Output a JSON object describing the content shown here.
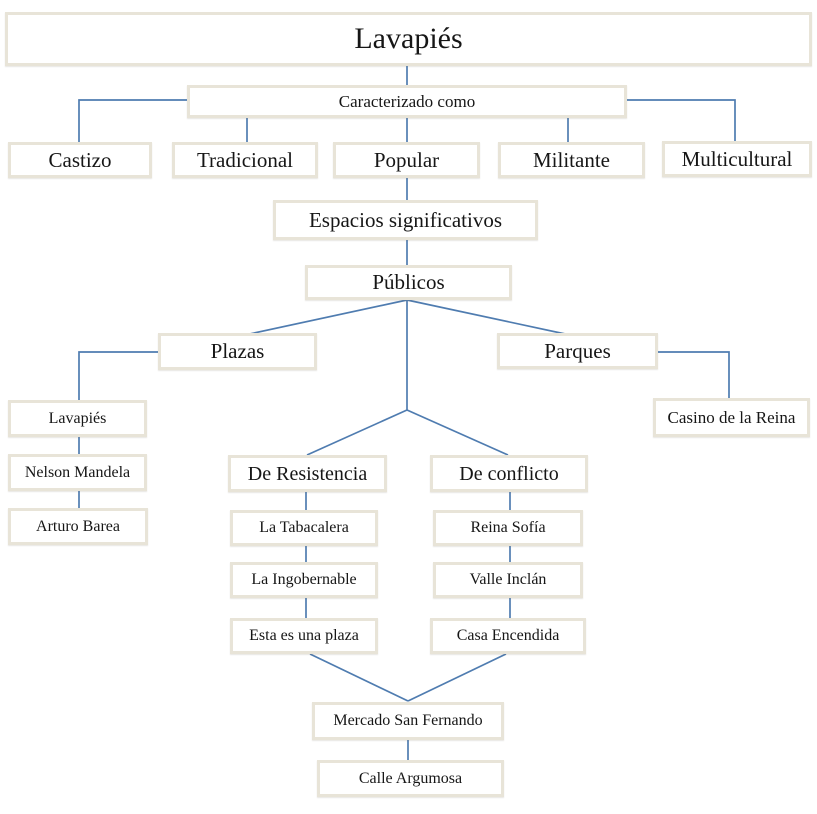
{
  "diagram_title": "Lavapiés",
  "colors": {
    "connector_line": "#4f7cb0",
    "box_border": "#e8e4d8",
    "box_fill": "#ffffff",
    "text": "#161616",
    "background": "#ffffff"
  },
  "nodes": {
    "root": "Lavapiés",
    "caracterizado": "Caracterizado como",
    "castizo": "Castizo",
    "tradicional": "Tradicional",
    "popular": "Popular",
    "militante": "Militante",
    "multicultural": "Multicultural",
    "espacios": "Espacios significativos",
    "publicos": "Públicos",
    "plazas": "Plazas",
    "parques": "Parques",
    "plaza_lavapies": "Lavapiés",
    "nelson_mandela": "Nelson Mandela",
    "arturo_barea": "Arturo Barea",
    "casino_reina": "Casino de la Reina",
    "de_resistencia": "De Resistencia",
    "de_conflicto": "De conflicto",
    "la_tabacalera": "La Tabacalera",
    "la_ingobernable": "La Ingobernable",
    "esta_es_una_plaza": "Esta es una plaza",
    "reina_sofia": "Reina Sofía",
    "valle_inclan": "Valle Inclán",
    "casa_encendida": "Casa Encendida",
    "mercado_san_fernando": "Mercado San Fernando",
    "calle_argumosa": "Calle Argumosa"
  },
  "hierarchy": {
    "root": "Lavapiés",
    "caracterizado_como": [
      "Castizo",
      "Tradicional",
      "Popular",
      "Militante",
      "Multicultural"
    ],
    "espacios_significativos": {
      "publicos": {
        "plazas": [
          "Lavapiés",
          "Nelson Mandela",
          "Arturo Barea"
        ],
        "parques": [
          "Casino de la Reina"
        ],
        "de_resistencia": [
          "La Tabacalera",
          "La Ingobernable",
          "Esta es una plaza"
        ],
        "de_conflicto": [
          "Reina Sofía",
          "Valle Inclán",
          "Casa Encendida"
        ],
        "convergen_en": [
          "Mercado San Fernando",
          "Calle Argumosa"
        ]
      }
    }
  }
}
